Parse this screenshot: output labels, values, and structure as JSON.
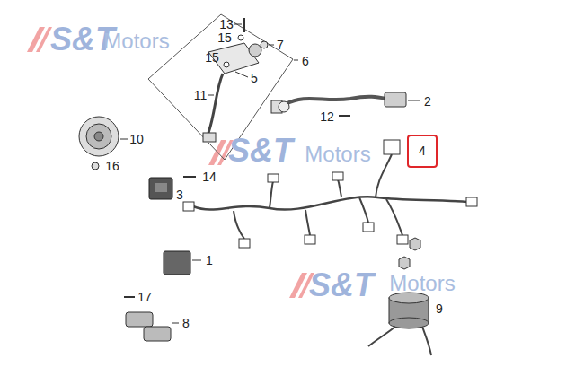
{
  "diagram": {
    "nodes": [
      {
        "text": [
          "4"
        ]
      }
    ],
    "edges": [],
    "labels": [
      "13",
      "15",
      "15",
      "7",
      "6",
      "5",
      "11",
      "2",
      "12",
      "10",
      "16",
      "3",
      "14",
      "1",
      "17",
      "8",
      "9",
      "S&T",
      "Motors",
      "S&T",
      "Motors",
      "S&T",
      "Motors"
    ]
  }
}
